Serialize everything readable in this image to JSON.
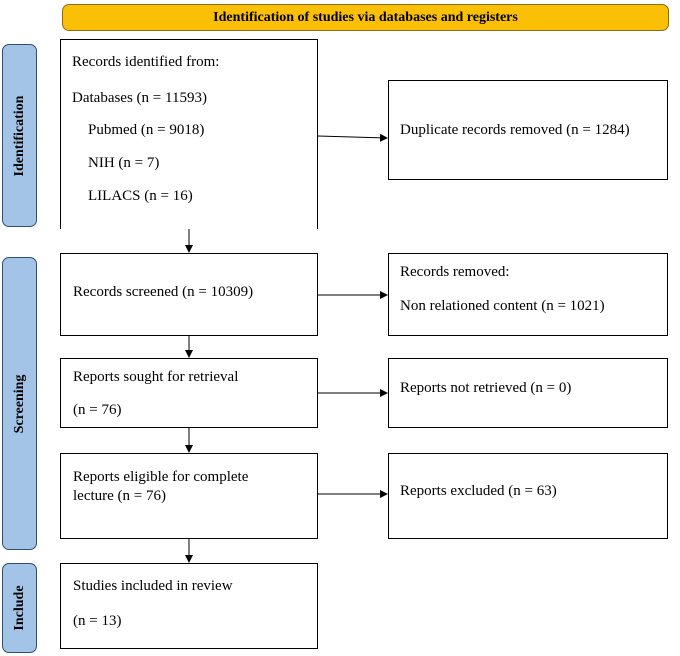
{
  "header": {
    "title": "Identification of studies via databases and registers"
  },
  "phases": {
    "identification": "Identification",
    "screening": "Screening",
    "include": "Include"
  },
  "identification": {
    "records_identified": "Records identified from:",
    "databases": "Databases (n = 11593)",
    "sources": [
      "Pubmed (n = 9018)",
      "NIH (n = 7)",
      "LILACS (n = 16)"
    ],
    "duplicates_removed": "Duplicate records removed  (n = 1284)"
  },
  "screening": {
    "records_screened": "Records screened (n = 10309)",
    "records_removed_title": "Records removed:",
    "records_removed_detail": "Non relationed content (n = 1021)",
    "sought_line1": "Reports sought for retrieval",
    "sought_line2": "(n = 76)",
    "not_retrieved": "Reports not retrieved (n = 0)",
    "eligible_line1": "Reports eligible for complete",
    "eligible_line2": "lecture (n = 76)",
    "excluded": "Reports excluded (n = 63)"
  },
  "included": {
    "line1": "Studies included in review",
    "line2": "(n = 13)"
  }
}
